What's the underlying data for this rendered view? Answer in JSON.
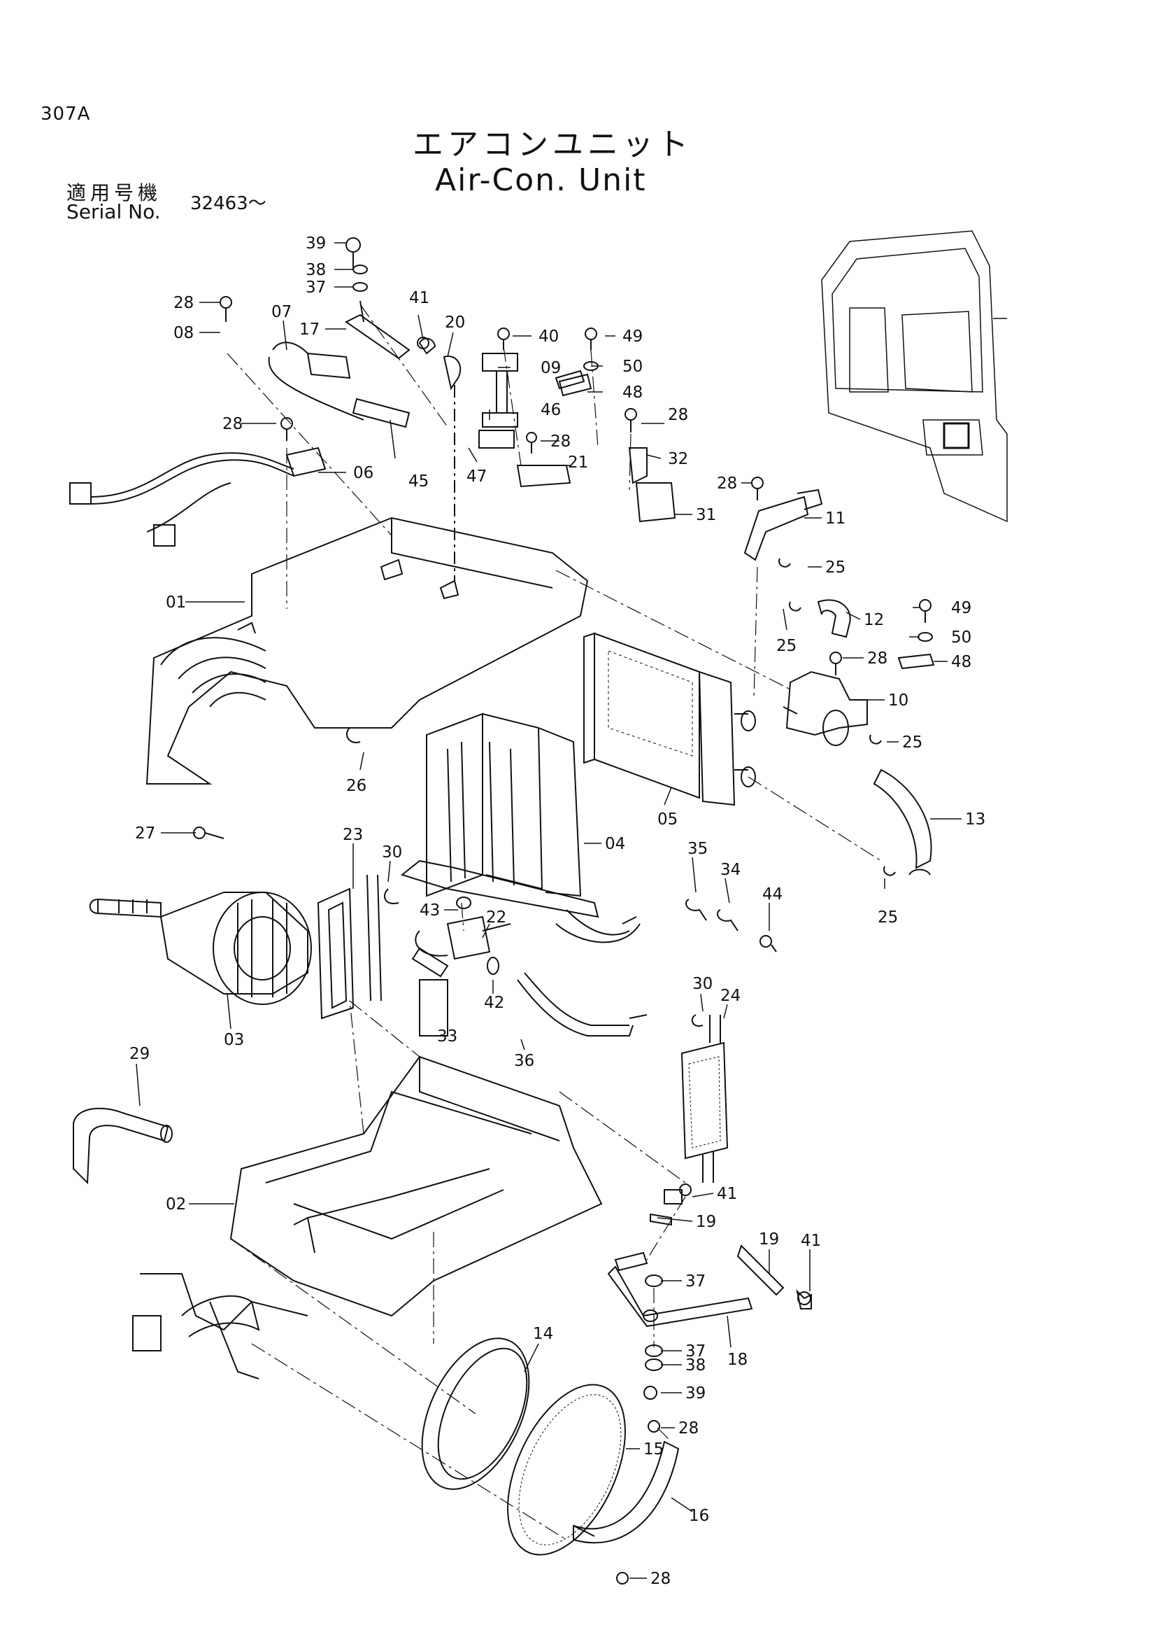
{
  "page_code": "307A",
  "title_jp": "エアコンユニット",
  "title_en": "Air-Con. Unit",
  "serial_label_jp": "適用号機",
  "serial_label_en": "Serial No.",
  "serial_value": "32463～",
  "callouts": [
    {
      "id": "c39a",
      "text": "39"
    },
    {
      "id": "c38a",
      "text": "38"
    },
    {
      "id": "c37a",
      "text": "37"
    },
    {
      "id": "c28a",
      "text": "28"
    },
    {
      "id": "c07",
      "text": "07"
    },
    {
      "id": "c08",
      "text": "08"
    },
    {
      "id": "c17",
      "text": "17"
    },
    {
      "id": "c41a",
      "text": "41"
    },
    {
      "id": "c20",
      "text": "20"
    },
    {
      "id": "c40",
      "text": "40"
    },
    {
      "id": "c49a",
      "text": "49"
    },
    {
      "id": "c09",
      "text": "09"
    },
    {
      "id": "c50a",
      "text": "50"
    },
    {
      "id": "c48a",
      "text": "48"
    },
    {
      "id": "c46",
      "text": "46"
    },
    {
      "id": "c28b",
      "text": "28"
    },
    {
      "id": "c28c",
      "text": "28"
    },
    {
      "id": "c28d",
      "text": "28"
    },
    {
      "id": "c45",
      "text": "45"
    },
    {
      "id": "c06",
      "text": "06"
    },
    {
      "id": "c47",
      "text": "47"
    },
    {
      "id": "c21",
      "text": "21"
    },
    {
      "id": "c32",
      "text": "32"
    },
    {
      "id": "c28e",
      "text": "28"
    },
    {
      "id": "c11",
      "text": "11"
    },
    {
      "id": "c31",
      "text": "31"
    },
    {
      "id": "c01",
      "text": "01"
    },
    {
      "id": "c25a",
      "text": "25"
    },
    {
      "id": "c12",
      "text": "12"
    },
    {
      "id": "c49b",
      "text": "49"
    },
    {
      "id": "c50b",
      "text": "50"
    },
    {
      "id": "c25b",
      "text": "25"
    },
    {
      "id": "c28f",
      "text": "28"
    },
    {
      "id": "c48b",
      "text": "48"
    },
    {
      "id": "c10",
      "text": "10"
    },
    {
      "id": "c25c",
      "text": "25"
    },
    {
      "id": "c26",
      "text": "26"
    },
    {
      "id": "c05",
      "text": "05"
    },
    {
      "id": "c13",
      "text": "13"
    },
    {
      "id": "c27",
      "text": "27"
    },
    {
      "id": "c23",
      "text": "23"
    },
    {
      "id": "c30a",
      "text": "30"
    },
    {
      "id": "c04",
      "text": "04"
    },
    {
      "id": "c35",
      "text": "35"
    },
    {
      "id": "c34",
      "text": "34"
    },
    {
      "id": "c44",
      "text": "44"
    },
    {
      "id": "c25d",
      "text": "25"
    },
    {
      "id": "c43",
      "text": "43"
    },
    {
      "id": "c22",
      "text": "22"
    },
    {
      "id": "c42",
      "text": "42"
    },
    {
      "id": "c33",
      "text": "33"
    },
    {
      "id": "c03",
      "text": "03"
    },
    {
      "id": "c36",
      "text": "36"
    },
    {
      "id": "c30b",
      "text": "30"
    },
    {
      "id": "c24",
      "text": "24"
    },
    {
      "id": "c29",
      "text": "29"
    },
    {
      "id": "c02",
      "text": "02"
    },
    {
      "id": "c41b",
      "text": "41"
    },
    {
      "id": "c19a",
      "text": "19"
    },
    {
      "id": "c19b",
      "text": "19"
    },
    {
      "id": "c41c",
      "text": "41"
    },
    {
      "id": "c37b",
      "text": "37"
    },
    {
      "id": "c14",
      "text": "14"
    },
    {
      "id": "c37c",
      "text": "37"
    },
    {
      "id": "c38b",
      "text": "38"
    },
    {
      "id": "c18",
      "text": "18"
    },
    {
      "id": "c39b",
      "text": "39"
    },
    {
      "id": "c28g",
      "text": "28"
    },
    {
      "id": "c15",
      "text": "15"
    },
    {
      "id": "c16",
      "text": "16"
    },
    {
      "id": "c28h",
      "text": "28"
    }
  ]
}
